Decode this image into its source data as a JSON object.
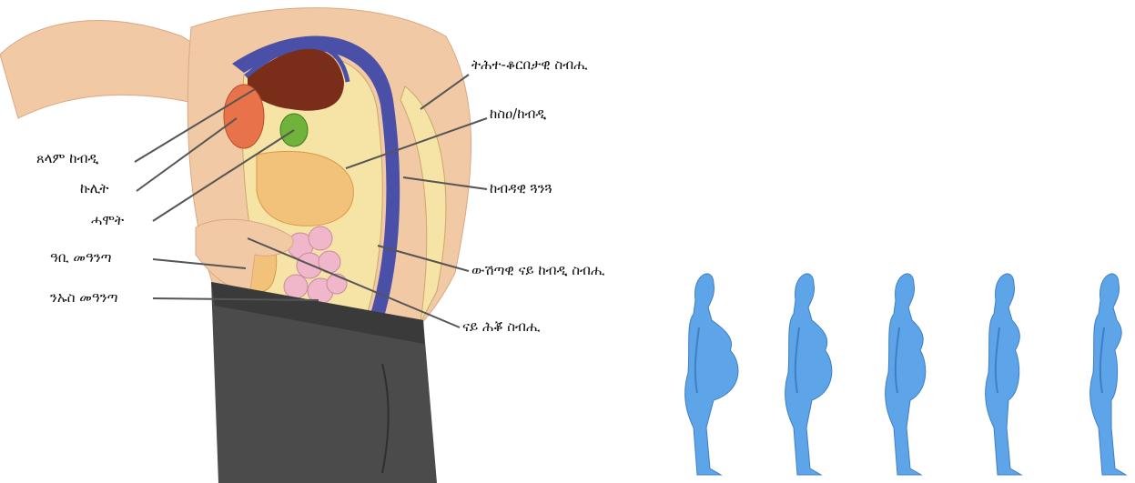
{
  "anatomy_labels": {
    "subcutaneous_fat": "ትሕተ-ቆርበታዊ ስብሒ",
    "liver": "ከስዐ/ከብዲ",
    "abdominal_muscle": "ከብዳዊ ጓንጓ",
    "visceral_fat": "ውሽጣዊ ናይ ከብዲ ስብሒ",
    "omental_fat": "ናይ ሕቖ ስብሒ",
    "pancreas": "ጸላም ከብዲ",
    "kidney": "ኩሊት",
    "gallbladder": "ሓሞት",
    "large_intestine": "ዓቢ መዓንጣ",
    "small_intestine": "ንኡስ መዓንጣ"
  },
  "colors": {
    "skin": "#f2c9a5",
    "fat": "#f6e3a6",
    "muscle_band": "#4a4fa8",
    "liver": "#7a2e1a",
    "kidney": "#e8734a",
    "gallbladder": "#6fb33a",
    "intestine_large": "#f3c27a",
    "intestine_small": "#efb7c9",
    "trousers": "#4b4b4b",
    "figure_blue": "#5ea4e8"
  },
  "figures": {
    "count": 5,
    "belly_levels": [
      1.0,
      0.75,
      0.5,
      0.25,
      0.0
    ]
  }
}
